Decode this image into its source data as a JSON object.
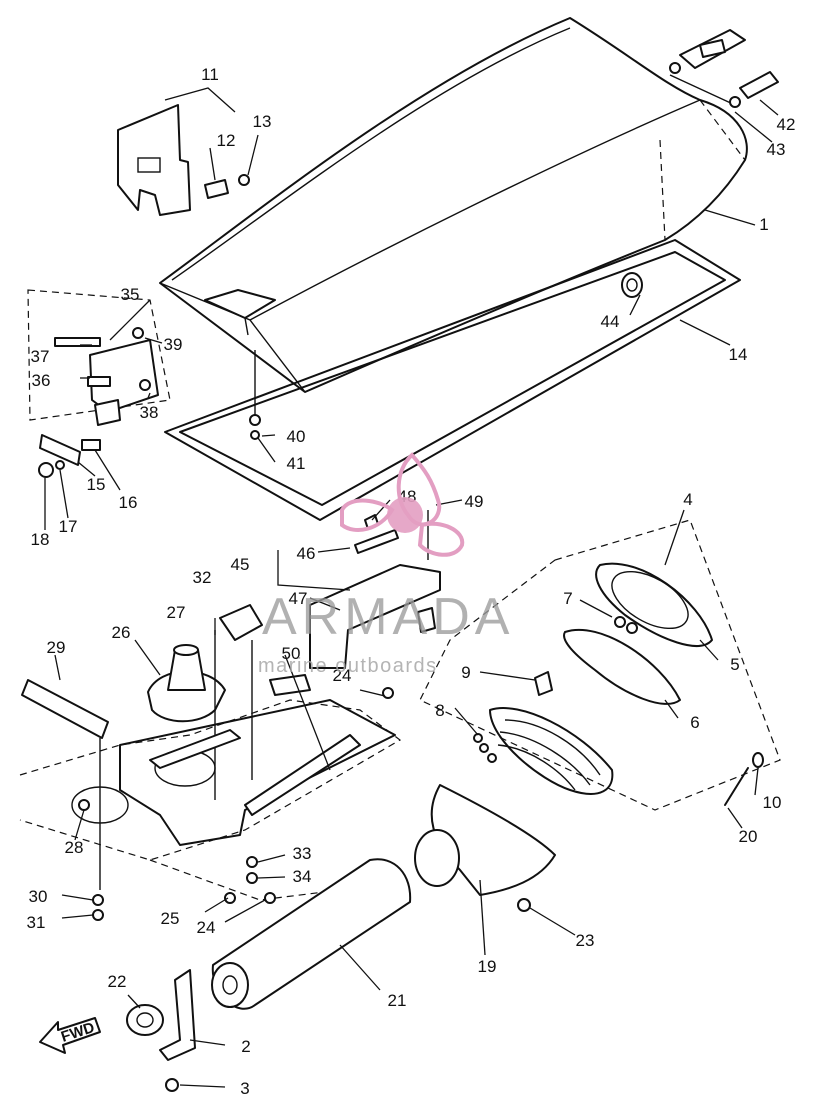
{
  "watermark": {
    "brand": "ARMADA",
    "tagline": "marine outboards",
    "logo_color": "#e39ec2"
  },
  "direction_marker": {
    "label": "FWD"
  },
  "part_numbers": {
    "p1": "1",
    "p2": "2",
    "p3": "3",
    "p4": "4",
    "p5": "5",
    "p6": "6",
    "p7": "7",
    "p8": "8",
    "p9": "9",
    "p10": "10",
    "p11": "11",
    "p12": "12",
    "p13": "13",
    "p14": "14",
    "p15": "15",
    "p16": "16",
    "p17": "17",
    "p18": "18",
    "p19": "19",
    "p20": "20",
    "p21": "21",
    "p22": "22",
    "p23": "23",
    "p24": "24",
    "p25": "25",
    "p26": "26",
    "p27": "27",
    "p28": "28",
    "p29": "29",
    "p30": "30",
    "p31": "31",
    "p32": "32",
    "p33": "33",
    "p34": "34",
    "p35": "35",
    "p36": "36",
    "p37": "37",
    "p38": "38",
    "p39": "39",
    "p40": "40",
    "p41": "41",
    "p42": "42",
    "p43": "43",
    "p44": "44",
    "p45": "45",
    "p46": "46",
    "p47": "47",
    "p48": "48",
    "p49": "49",
    "p50": "50"
  }
}
